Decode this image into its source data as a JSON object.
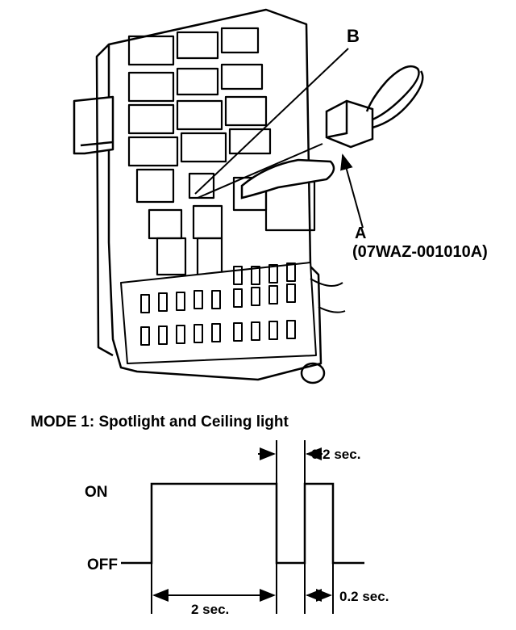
{
  "illustration": {
    "callout_a": "A",
    "callout_a_part": "(07WAZ-001010A)",
    "callout_b": "B"
  },
  "timing": {
    "title": "MODE 1: Spotlight and Ceiling light",
    "on_label": "ON",
    "off_label": "OFF",
    "dur_on": "2 sec.",
    "dur_gap_top": "0.2 sec.",
    "dur_gap_bottom": "0.2 sec."
  }
}
